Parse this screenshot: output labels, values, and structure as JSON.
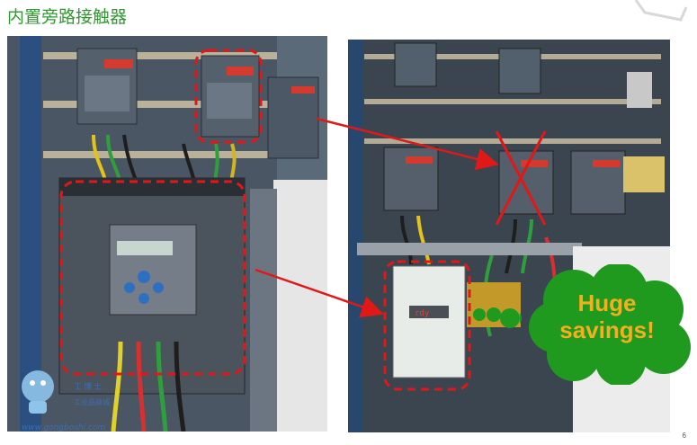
{
  "slide": {
    "title": "内置旁路接触器",
    "page_number": "6"
  },
  "callout": {
    "line1": "Huge",
    "line2": "savings!",
    "bubble_color": "#1f9a1f",
    "text_color": "#f2b01e"
  },
  "watermark": {
    "name": "工博士",
    "subtitle": "工业品商城",
    "url": "www.gongboshi.com"
  },
  "colors": {
    "title": "#2e9a2e",
    "highlight": "#e01818"
  }
}
